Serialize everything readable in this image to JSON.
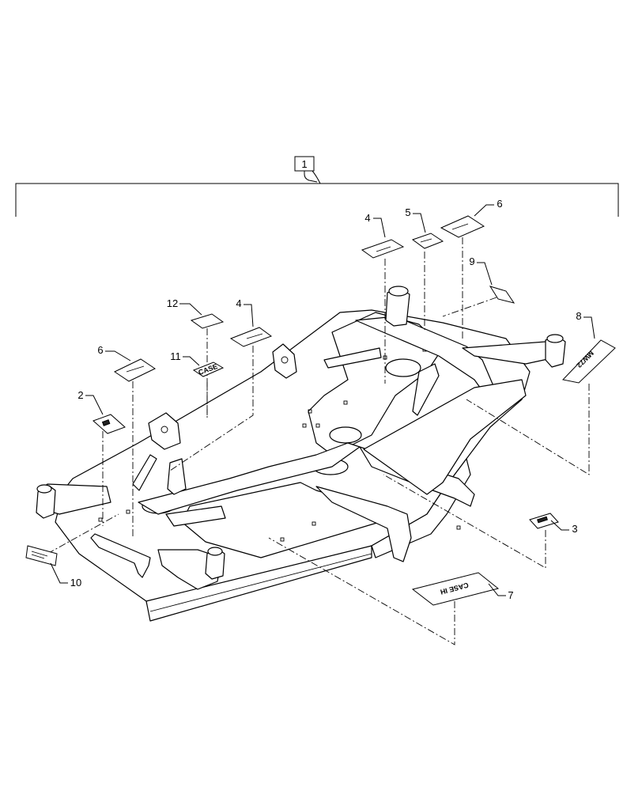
{
  "callouts": {
    "c1": "1",
    "c2": "2",
    "c3": "3",
    "c4a": "4",
    "c4b": "4",
    "c5": "5",
    "c6a": "6",
    "c6b": "6",
    "c7": "7",
    "c8": "8",
    "c9": "9",
    "c10": "10",
    "c11": "11",
    "c12": "12"
  },
  "decals": {
    "brand": "CASE IH",
    "model": "MW72",
    "brand_small": "CASE"
  }
}
